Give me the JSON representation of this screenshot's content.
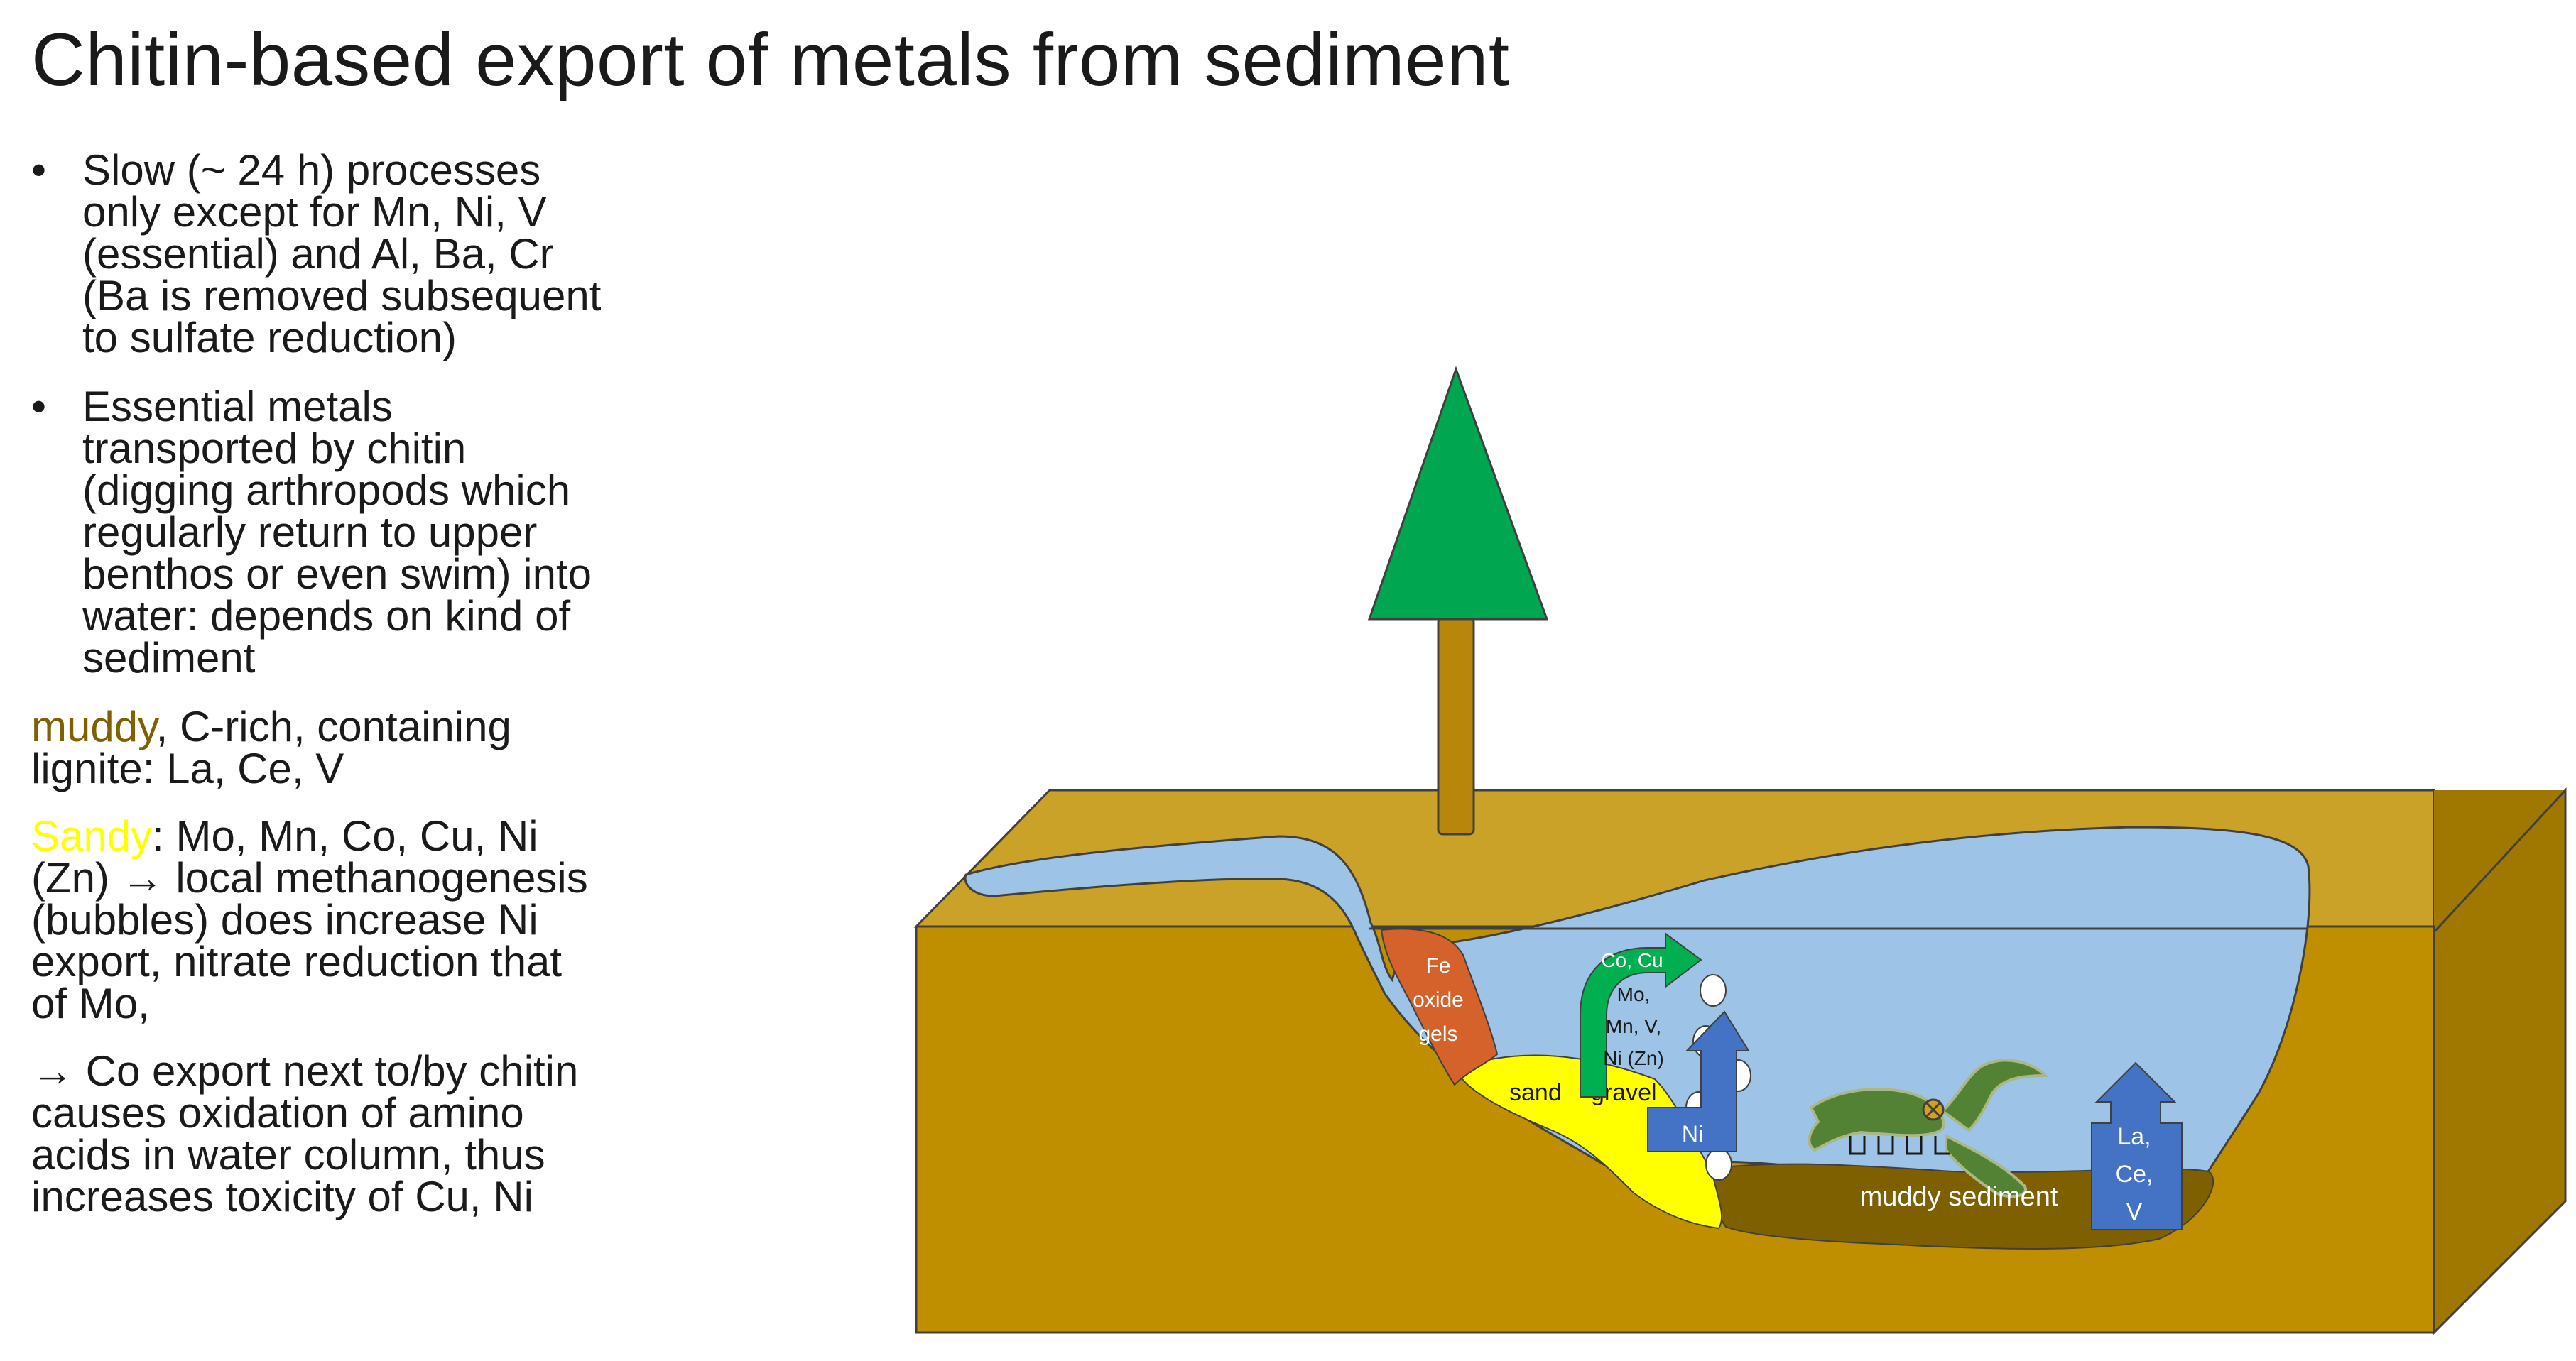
{
  "slide": {
    "title": "Chitin-based export of metals from sediment"
  },
  "bullets": [
    {
      "symbol": "•",
      "lines": [
        "Slow (~ 24 h) processes",
        "only except for Mn, Ni, V",
        "(essential) and Al, Ba, Cr",
        "(Ba is removed subsequent",
        "to sulfate reduction)"
      ]
    },
    {
      "symbol": "•",
      "lines": [
        "Essential metals",
        "transported by chitin",
        "(digging arthropods which",
        "regularly return to upper",
        "benthos or even swim) into",
        "water: depends on kind of",
        "sediment"
      ]
    }
  ],
  "paragraphs": {
    "muddy": {
      "highlight": "muddy",
      "line1_rest": ", C-rich, containing",
      "line2": "lignite: La, Ce, V"
    },
    "sandy": {
      "highlight": "Sandy",
      "line1_rest": ": Mo, Mn, Co, Cu, Ni",
      "lines": [
        "(Zn) → local methanogenesis",
        "(bubbles) does increase Ni",
        "export, nitrate reduction that",
        "of Mo,"
      ]
    },
    "cobalt": {
      "lines": [
        "→ Co export next to/by chitin",
        "causes oxidation of amino",
        "acids in water column, thus",
        "increases toxicity of Cu, Ni"
      ]
    }
  },
  "diagram": {
    "fe_label": [
      "Fe",
      "oxide",
      "gels"
    ],
    "sand_label": "sand",
    "gravel_label": "gravel",
    "green_arrow_label": [
      "Co, Cu",
      "Mo,",
      "Mn, V,",
      "Ni (Zn)"
    ],
    "ni_arrow_label": "Ni",
    "muddy_label": "muddy sediment",
    "lace_arrow_label": [
      "La,",
      "Ce,",
      "V"
    ],
    "colors": {
      "ground_top": "#c9a227",
      "ground_front": "#bf8f00",
      "ground_side": "#a07800",
      "water": "#9dc3e6",
      "tree_foliage": "#00a650",
      "trunk": "#b8860b",
      "fe_oxide": "#d4622a",
      "sand": "#ffff00",
      "mud": "#7f6000",
      "green_arrow": "#00b050",
      "blue_arrow": "#4472c4",
      "arthropod": "#548235"
    }
  }
}
